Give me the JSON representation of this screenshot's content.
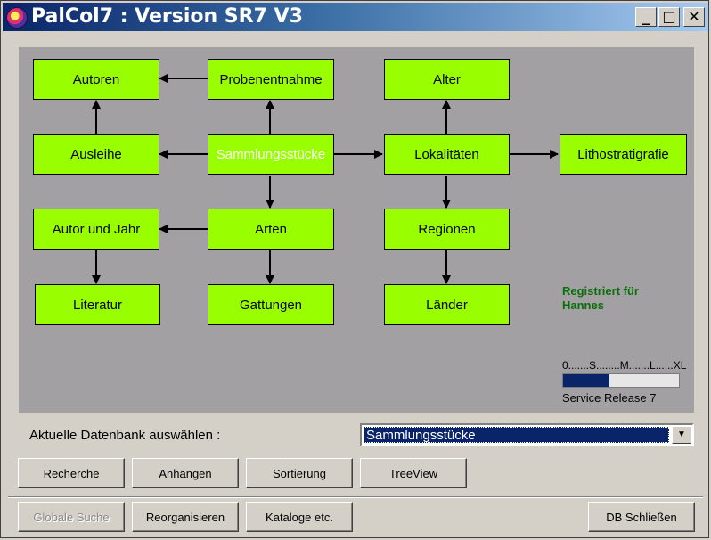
{
  "window": {
    "title": "PalCol7 : Version SR7 V3"
  },
  "titlebar": {
    "minimize": "_",
    "maximize": "□",
    "close": "✕"
  },
  "diagram": {
    "boxes": {
      "autoren": "Autoren",
      "probenentnahme": "Probenentnahme",
      "alter": "Alter",
      "ausleihe": "Ausleihe",
      "sammlungsstuecke": "Sammlungsstücke",
      "lokalitaeten": "Lokalitäten",
      "lithostratigrafie": "Lithostratigrafie",
      "autor_und_jahr": "Autor und Jahr",
      "arten": "Arten",
      "regionen": "Regionen",
      "literatur": "Literatur",
      "gattungen": "Gattungen",
      "laender": "Länder"
    }
  },
  "registration": {
    "line1": "Registriert für",
    "line2": "Hannes"
  },
  "size_scale": {
    "label": "0.......S........M.......L......XL",
    "fill_fraction": 0.4
  },
  "release": "Service Release 7",
  "database": {
    "label": "Aktuelle Datenbank auswählen :",
    "selected": "Sammlungsstücke"
  },
  "buttons": {
    "recherche": "Recherche",
    "anhaengen": "Anhängen",
    "sortierung": "Sortierung",
    "treeview": "TreeView",
    "globale_suche": "Globale Suche",
    "reorganisieren": "Reorganisieren",
    "kataloge": "Kataloge etc.",
    "db_schliessen": "DB Schließen"
  },
  "colors": {
    "box": "#99ff00",
    "canvas": "#a3a0a3",
    "registered": "#0a6e0a",
    "selection": "#0a246a"
  }
}
